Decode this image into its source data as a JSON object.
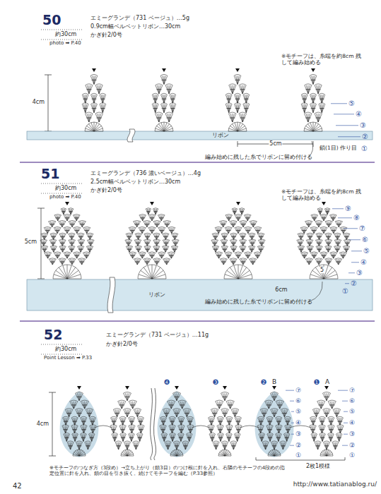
{
  "diagram": {
    "nodes": [
      {
        "text": [
          "リボン"
        ]
      },
      {
        "text": [
          "リボン"
        ]
      }
    ],
    "labels": [
      "50",
      "約30cm",
      "photo ➡ P.40",
      "エミーグランデ（731 ベージュ）…5g",
      "0.9cm幅ベルベットリボン…30cm",
      "かぎ針2/0号",
      "※モチーフは、糸端を約8cm 残して編み始める",
      "4cm",
      "5cm",
      "鎖(1目) 作り目",
      "編み始めに残した糸でリボンに留め付ける",
      "⑤",
      "④",
      "③",
      "②",
      "①",
      "51",
      "約30cm",
      "photo ➡ P.40",
      "エミーグランデ（736 濃いベージュ）…4g",
      "2.5cm幅ベルベットリボン…30cm",
      "かぎ針2/0号",
      "※モチーフは、糸端を約8cm 残して編み始める",
      "5cm",
      "6cm",
      "編み始めに残した糸でリボンに留め付ける",
      "⑨",
      "⑧",
      "⑦",
      "⑥",
      "⑤",
      "④",
      "③",
      "②",
      "①",
      "5",
      "52",
      "約30cm",
      "Point Lesson ➡ P.33",
      "エミーグランデ（731 ベージュ）…11g",
      "かぎ針2/0号",
      "4cm",
      "❹",
      "❸",
      "❷",
      "B",
      "❶",
      "A",
      "⑦",
      "⑥",
      "⑤",
      "④",
      "③",
      "②",
      "①",
      "⑦",
      "⑥",
      "⑤",
      "④",
      "③",
      "②",
      "①",
      "2枚1模様",
      "※モチーフのつなぎ方（3段め）→立ち上がり（鎖3目）のつけ根に針を入れ、右隣のモチーフの4段めの指定位置に針を入れ、鎖の目を引き抜く。続けてモチーフを編む（P.33参照）",
      "42",
      "http://www.tatianablog.ru/"
    ]
  }
}
